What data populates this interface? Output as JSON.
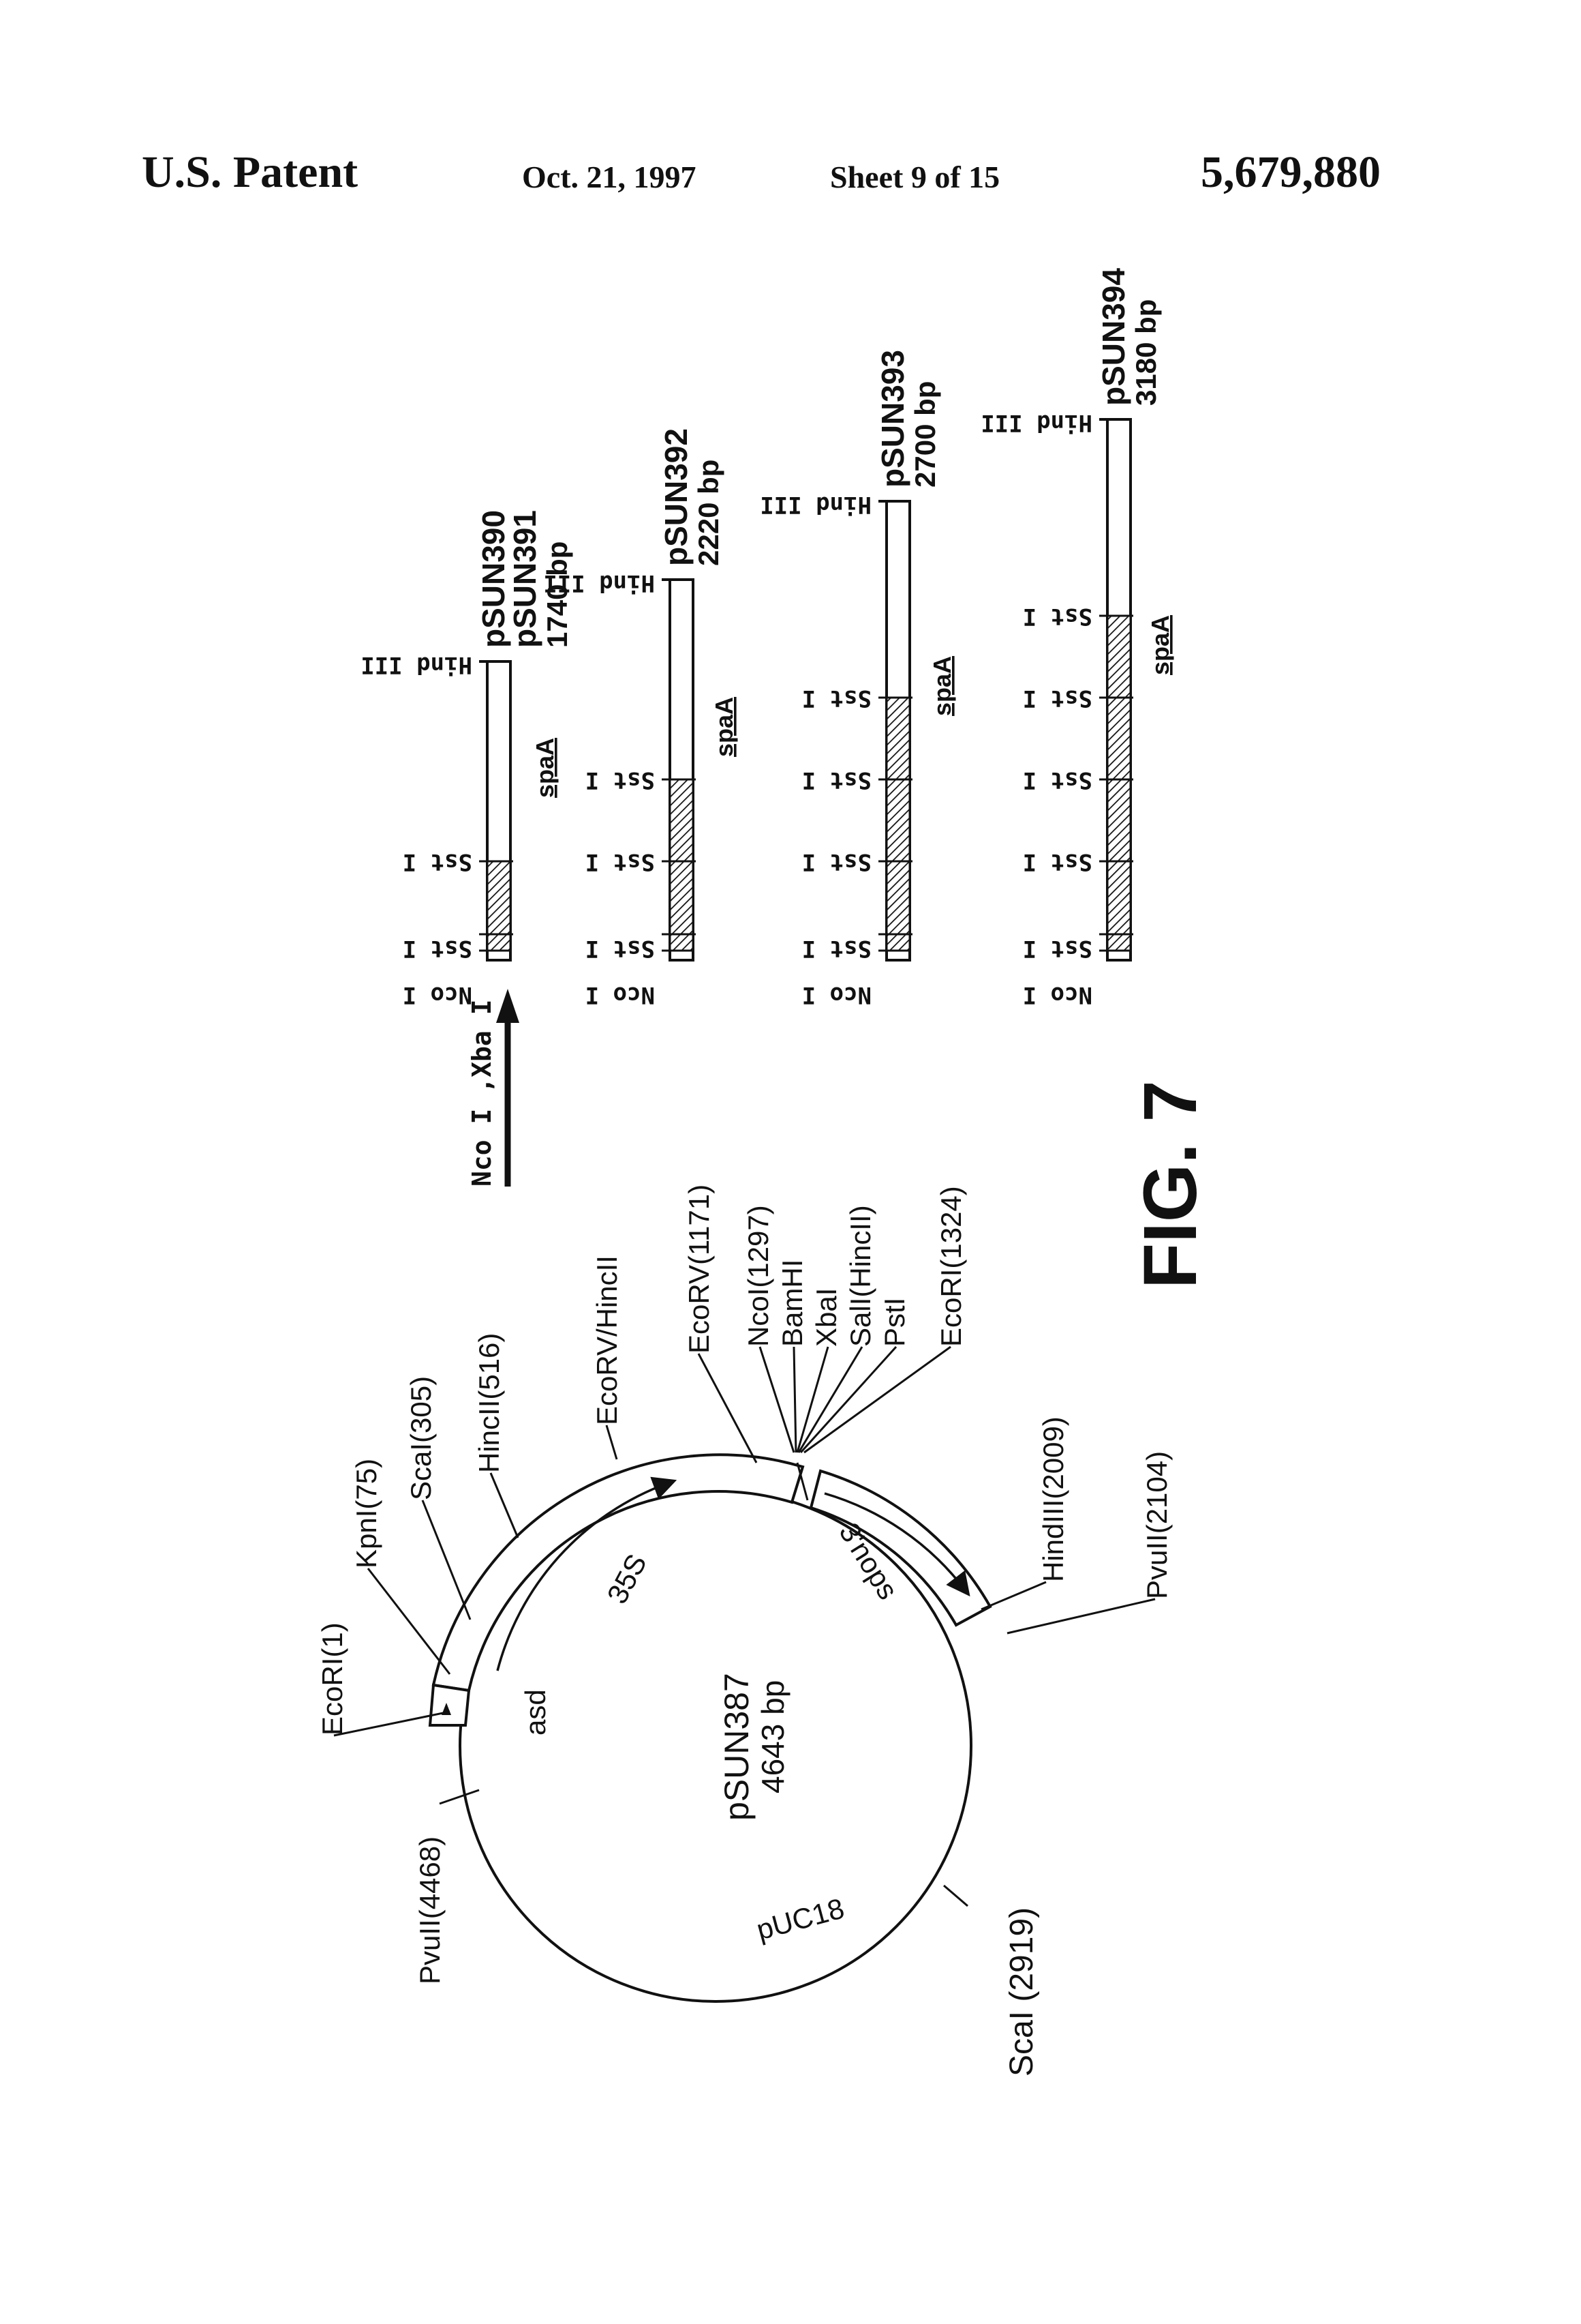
{
  "header": {
    "patent_label": "U.S. Patent",
    "date": "Oct. 21, 1997",
    "sheet": "Sheet 9 of 15",
    "patent_number": "5,679,880"
  },
  "figure": {
    "label": "FIG. 7",
    "arrow_label": "Nco I ,Xba I",
    "plasmid": {
      "name": "pSUN387",
      "size": "4643 bp",
      "regions": [
        "asd",
        "35S",
        "3'nops",
        "pUC18"
      ],
      "sites_left": [
        "EcoRI(1)",
        "KpnI(75)",
        "ScaI(305)",
        "HincII(516)",
        "EcoRV/HincII"
      ],
      "sites_mcs": [
        "EcoRV(1171)",
        "NcoI(1297)",
        "BamHI",
        "XbaI",
        "SalI(HincII)",
        "PstI",
        "EcoRI(1324)"
      ],
      "sites_right": [
        "HindIII(2009)",
        "PvuII(2104)"
      ],
      "sites_bottom": [
        "PvuII(4468)",
        "ScaI (2919)"
      ]
    },
    "constructs": [
      {
        "name": "pSUN390\npSUN391",
        "name_lines": [
          "pSUN390",
          "pSUN391"
        ],
        "size": "1740 bp",
        "gene": "spaA"
      },
      {
        "name_lines": [
          "pSUN392"
        ],
        "size": "2220 bp",
        "gene": "spaA"
      },
      {
        "name_lines": [
          "pSUN393"
        ],
        "size": "2700 bp",
        "gene": "spaA"
      },
      {
        "name_lines": [
          "pSUN394"
        ],
        "size": "3180 bp",
        "gene": "spaA"
      }
    ],
    "construct_site_labels": {
      "nco": "Nco I",
      "sst": "Sst I",
      "hind": "Hind III"
    }
  }
}
